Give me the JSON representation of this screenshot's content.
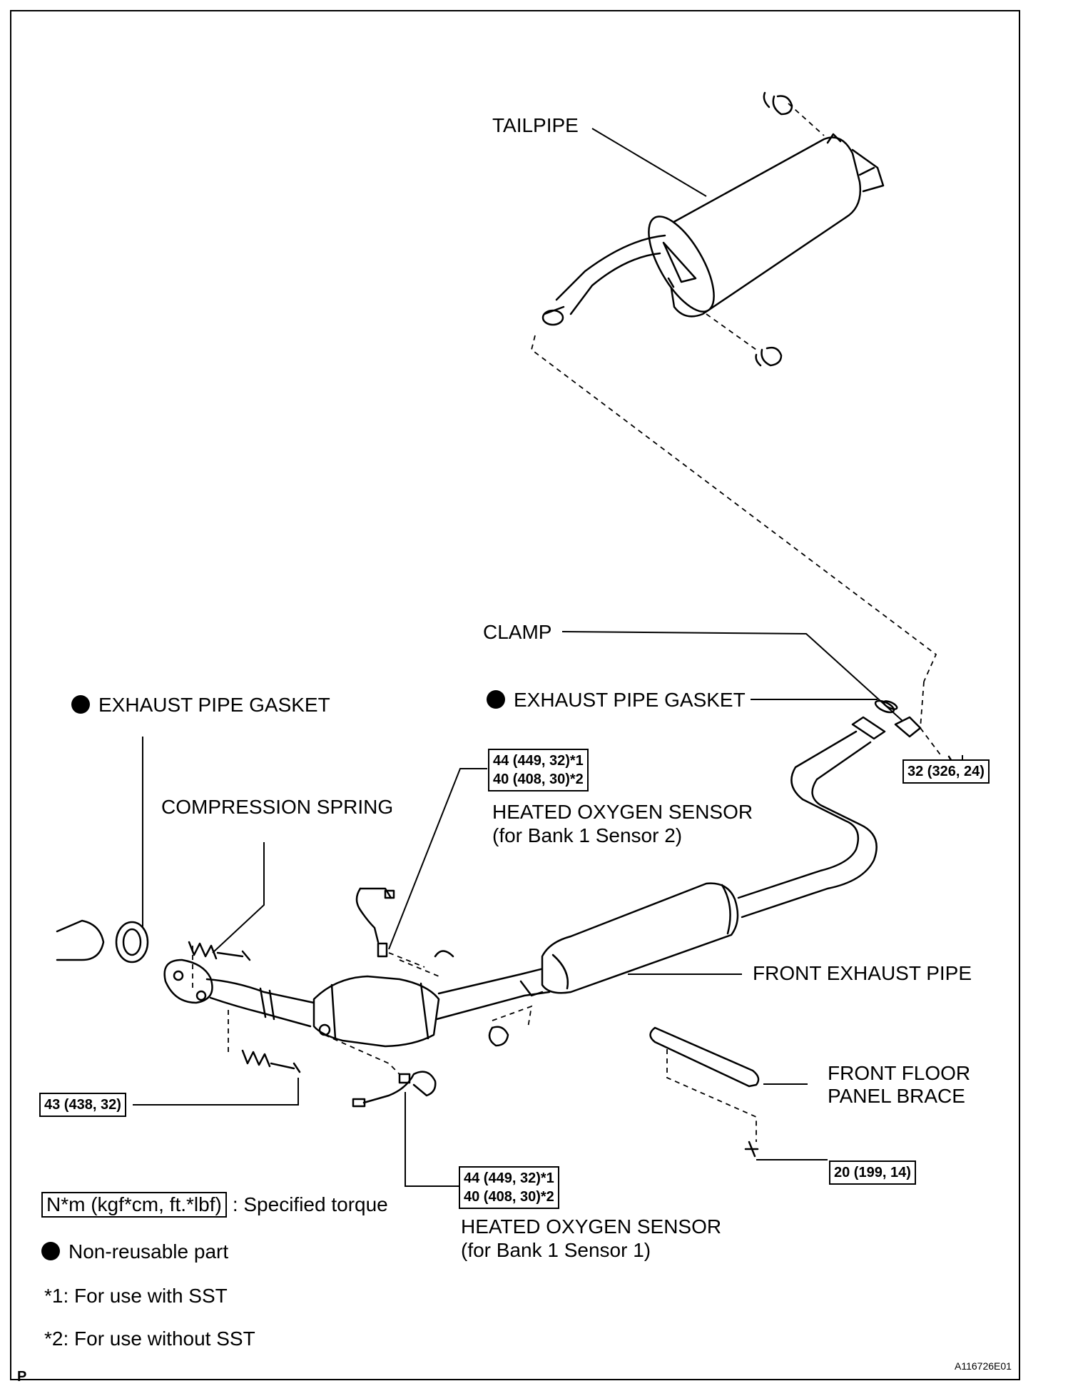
{
  "labels": {
    "tailpipe": "TAILPIPE",
    "clamp": "CLAMP",
    "exhaust_gasket_left": "EXHAUST PIPE GASKET",
    "exhaust_gasket_right": "EXHAUST PIPE GASKET",
    "compression_spring": "COMPRESSION SPRING",
    "sensor2_title": "HEATED OXYGEN SENSOR",
    "sensor2_sub": "(for Bank 1 Sensor 2)",
    "sensor1_title": "HEATED OXYGEN SENSOR",
    "sensor1_sub": "(for Bank 1 Sensor 1)",
    "front_exhaust_pipe": "FRONT EXHAUST PIPE",
    "brace_line1": "FRONT FLOOR",
    "brace_line2": "PANEL BRACE"
  },
  "torques": {
    "sensor2_a": "44 (449, 32)*1",
    "sensor2_b": "40 (408, 30)*2",
    "clamp_bolt": "32 (326, 24)",
    "flange_bolt": "43 (438, 32)",
    "sensor1_a": "44 (449, 32)*1",
    "sensor1_b": "40 (408, 30)*2",
    "brace_bolt": "20 (199, 14)"
  },
  "legend": {
    "torque_unit": "N*m (kgf*cm, ft.*lbf)",
    "torque_desc": ": Specified torque",
    "nonreusable": "Non-reusable part",
    "note1": "*1: For use with SST",
    "note2": "*2: For use without SST"
  },
  "footer": {
    "page_mark": "P",
    "figure_id": "A116726E01"
  }
}
